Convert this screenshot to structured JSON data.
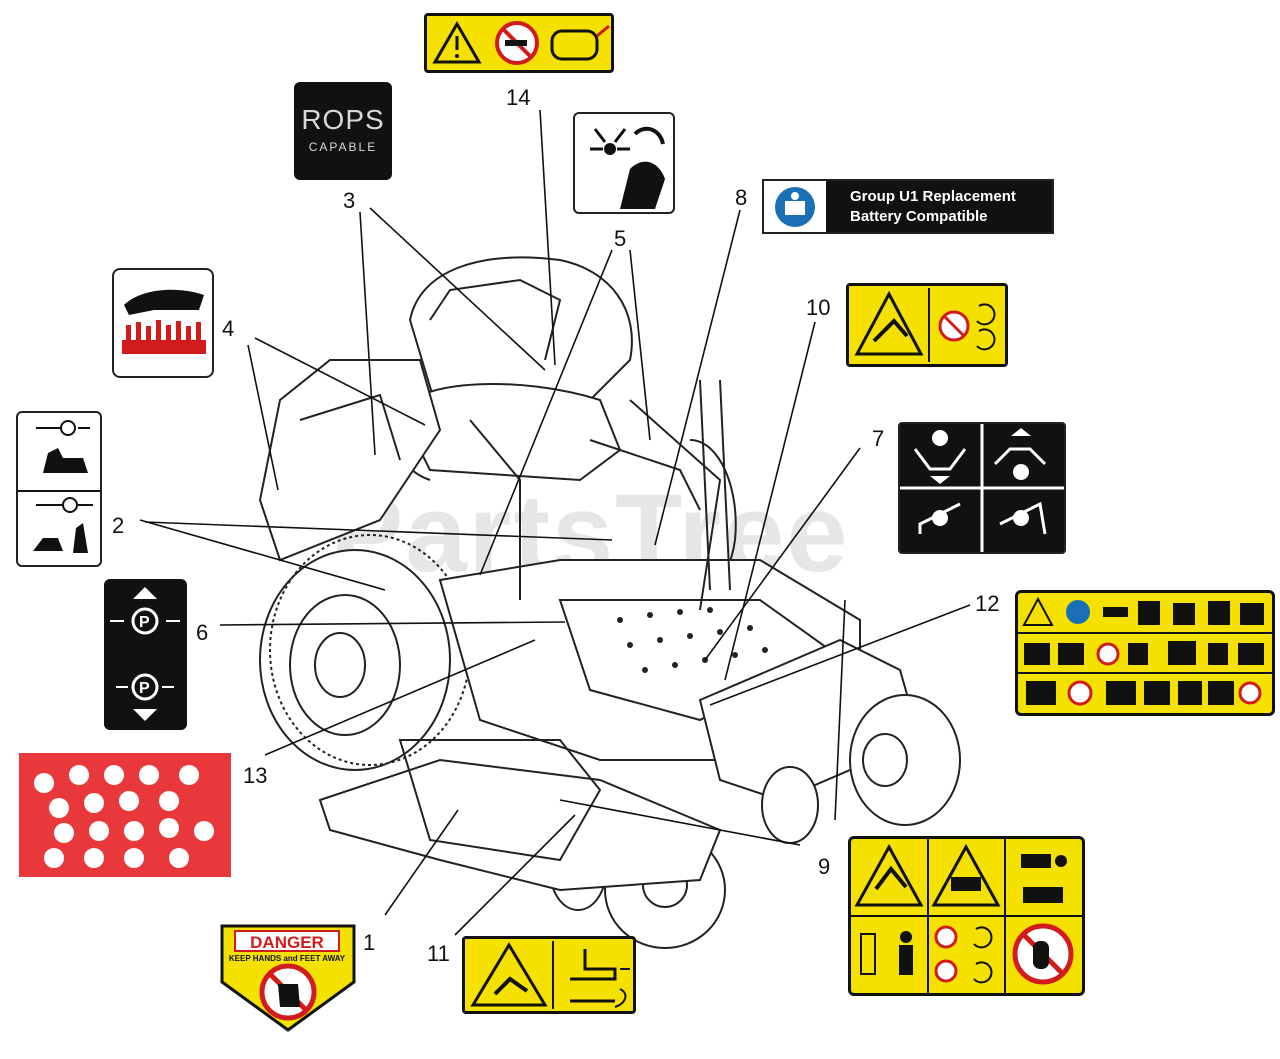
{
  "callouts": {
    "c1": "1",
    "c2": "2",
    "c3": "3",
    "c4": "4",
    "c5": "5",
    "c6": "6",
    "c7": "7",
    "c8": "8",
    "c9": "9",
    "c10": "10",
    "c11": "11",
    "c12": "12",
    "c13": "13",
    "c14": "14"
  },
  "decals": {
    "rops_line1": "ROPS",
    "rops_line2": "CAPABLE",
    "battery_line1": "Group U1 Replacement",
    "battery_line2": "Battery Compatible",
    "danger_title": "DANGER",
    "danger_subtitle": "KEEP HANDS and FEET AWAY"
  },
  "watermark": "PartsTree",
  "colors": {
    "safety_yellow": "#f4e100",
    "danger_red": "#d21b1b",
    "height_decal_red": "#e8383c",
    "outline": "#111111",
    "info_blue": "#1b6fb5"
  }
}
